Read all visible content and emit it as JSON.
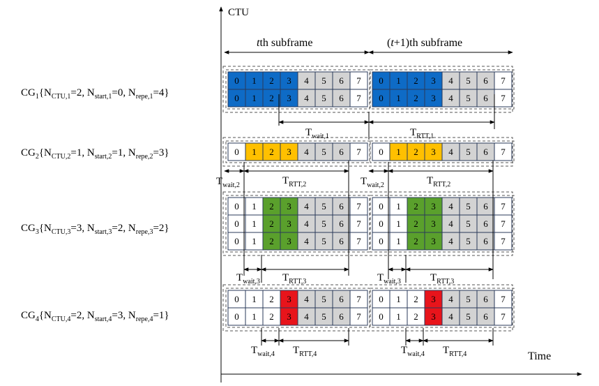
{
  "axis": {
    "y_label": "CTU",
    "x_label": "Time"
  },
  "subframes": {
    "first": {
      "italic": "t",
      "rest": "th subframe"
    },
    "second": {
      "pre": "(",
      "italic": "t",
      "rest": "+1)th  subframe"
    }
  },
  "cell_numbers": [
    "0",
    "1",
    "2",
    "3",
    "4",
    "5",
    "6",
    "7"
  ],
  "colors": {
    "blue": "#0e6bc6",
    "yellow": "#ffc000",
    "green": "#5aa02c",
    "red": "#e8141b",
    "gray": "#d3d3d3",
    "white": "#ffffff"
  },
  "groups": [
    {
      "cg": "CG",
      "cg_sub": "1",
      "open": "{",
      "n1": "N",
      "n1_sub": "CTU,1",
      "v1": "=2, ",
      "n2": "N",
      "n2_sub": "start,1",
      "v2": "=0, ",
      "n3": "N",
      "n3_sub": "repe,1",
      "v3": "=4}",
      "rows": 2,
      "highlight": [
        0,
        1,
        2,
        3
      ],
      "color": "blue"
    },
    {
      "cg": "CG",
      "cg_sub": "2",
      "open": "{",
      "n1": "N",
      "n1_sub": "CTU,2",
      "v1": "=1, ",
      "n2": "N",
      "n2_sub": "start,2",
      "v2": "=1, ",
      "n3": "N",
      "n3_sub": "repe,2",
      "v3": "=3}",
      "rows": 1,
      "highlight": [
        1,
        2,
        3
      ],
      "color": "yellow"
    },
    {
      "cg": "CG",
      "cg_sub": "3",
      "open": "{",
      "n1": "N",
      "n1_sub": "CTU,3",
      "v1": "=3, ",
      "n2": "N",
      "n2_sub": "start,3",
      "v2": "=2, ",
      "n3": "N",
      "n3_sub": "repe,3",
      "v3": "=2}",
      "rows": 3,
      "highlight": [
        2,
        3
      ],
      "color": "green"
    },
    {
      "cg": "CG",
      "cg_sub": "4",
      "open": "{",
      "n1": "N",
      "n1_sub": "CTU,4",
      "v1": "=2, ",
      "n2": "N",
      "n2_sub": "start,4",
      "v2": "=3, ",
      "n3": "N",
      "n3_sub": "repe,4",
      "v3": "=1}",
      "rows": 2,
      "highlight": [
        3
      ],
      "color": "red"
    }
  ],
  "labels": {
    "twait1": {
      "main": "T",
      "sub": "wait,1"
    },
    "trtt1": {
      "main": "T",
      "sub": "RTT,1"
    },
    "twait2": {
      "main": "T",
      "sub": "wait,2"
    },
    "trtt2": {
      "main": "T",
      "sub": "RTT,2"
    },
    "twait3": {
      "main": "T",
      "sub": "wait,3"
    },
    "trtt3": {
      "main": "T",
      "sub": "RTT,3"
    },
    "twait4": {
      "main": "T",
      "sub": "wait,4"
    },
    "trtt4": {
      "main": "T",
      "sub": "RTT,4"
    }
  }
}
